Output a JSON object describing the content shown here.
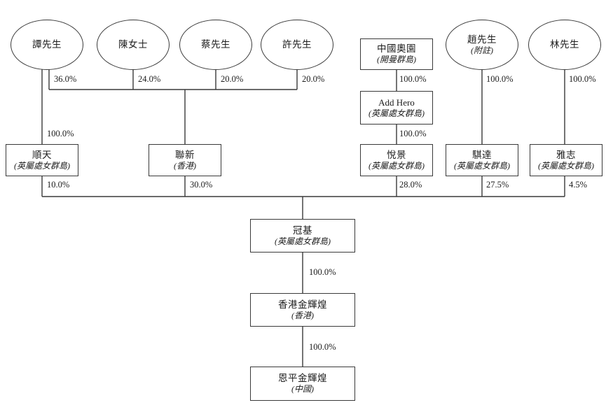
{
  "nodes": {
    "tam": {
      "name": "譚先生"
    },
    "chan": {
      "name": "陳女士"
    },
    "choi": {
      "name": "蔡先生"
    },
    "hui": {
      "name": "許先生"
    },
    "aoyuan": {
      "name": "中國奧園",
      "place": "(開曼群島)"
    },
    "chiu": {
      "name": "趙先生",
      "note": "(附註)"
    },
    "lam": {
      "name": "林先生"
    },
    "shun_tin": {
      "name": "順天",
      "place": "(英屬處女群島)"
    },
    "luen_san": {
      "name": "聯新",
      "place": "(香港)"
    },
    "add_hero": {
      "name": "Add Hero",
      "place": "(英屬處女群島)"
    },
    "yuet_king": {
      "name": "悅景",
      "place": "(英屬處女群島)"
    },
    "kei_tat": {
      "name": "騏達",
      "place": "(英屬處女群島)"
    },
    "nga_chi": {
      "name": "雅志",
      "place": "(英屬處女群島)"
    },
    "kwun_kei": {
      "name": "冠基",
      "place": "(英屬處女群島)"
    },
    "hk_gold": {
      "name": "香港金輝煌",
      "place": "(香港)"
    },
    "enping_gold": {
      "name": "恩平金輝煌",
      "place": "(中國)"
    }
  },
  "edges": {
    "tam_to_luen_san": {
      "pct": "36.0%"
    },
    "chan_to_luen_san": {
      "pct": "24.0%"
    },
    "choi_to_luen_san": {
      "pct": "20.0%"
    },
    "hui_to_luen_san": {
      "pct": "20.0%"
    },
    "aoyuan_to_add_hero": {
      "pct": "100.0%"
    },
    "chiu_to_kei_tat": {
      "pct": "100.0%"
    },
    "lam_to_nga_chi": {
      "pct": "100.0%"
    },
    "tam_to_shun_tin": {
      "pct": "100.0%"
    },
    "add_hero_to_yuet_king": {
      "pct": "100.0%"
    },
    "shun_tin_to_kwun_kei": {
      "pct": "10.0%"
    },
    "luen_san_to_kwun_kei": {
      "pct": "30.0%"
    },
    "yuet_king_to_kwun_kei": {
      "pct": "28.0%"
    },
    "kei_tat_to_kwun_kei": {
      "pct": "27.5%"
    },
    "nga_chi_to_kwun_kei": {
      "pct": "4.5%"
    },
    "kwun_kei_to_hk_gold": {
      "pct": "100.0%"
    },
    "hk_gold_to_enping": {
      "pct": "100.0%"
    }
  },
  "colors": {
    "line": "#3a3a3a",
    "text": "#1c1c1c",
    "background": "#ffffff"
  }
}
